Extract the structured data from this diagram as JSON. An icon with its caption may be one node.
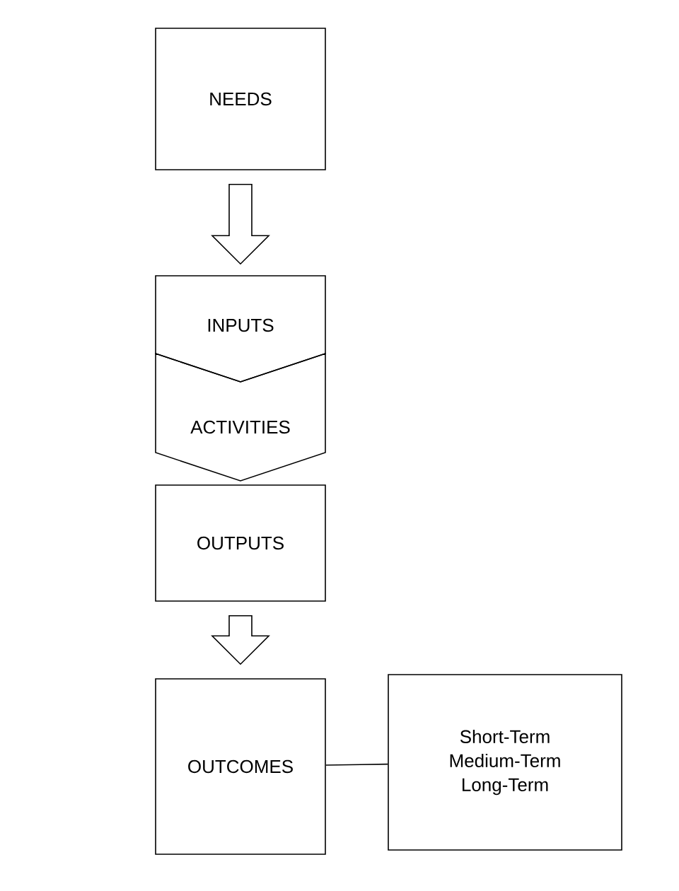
{
  "diagram": {
    "nodes": [
      {
        "text": [
          "NEEDS"
        ]
      },
      {
        "text": [
          "INPUTS"
        ]
      },
      {
        "text": [
          "ACTIVITIES"
        ]
      },
      {
        "text": [
          "OUTPUTS"
        ]
      },
      {
        "text": [
          "OUTCOMES"
        ]
      },
      {
        "text": [
          "Short-Term",
          "Medium-Term",
          "Long-Term"
        ]
      }
    ],
    "edges": [
      {
        "from": 0,
        "to": 1,
        "arrow": "to"
      },
      {
        "from": 3,
        "to": 4,
        "arrow": "to"
      },
      {
        "from": 4,
        "to": 5,
        "arrow": "none"
      }
    ]
  }
}
